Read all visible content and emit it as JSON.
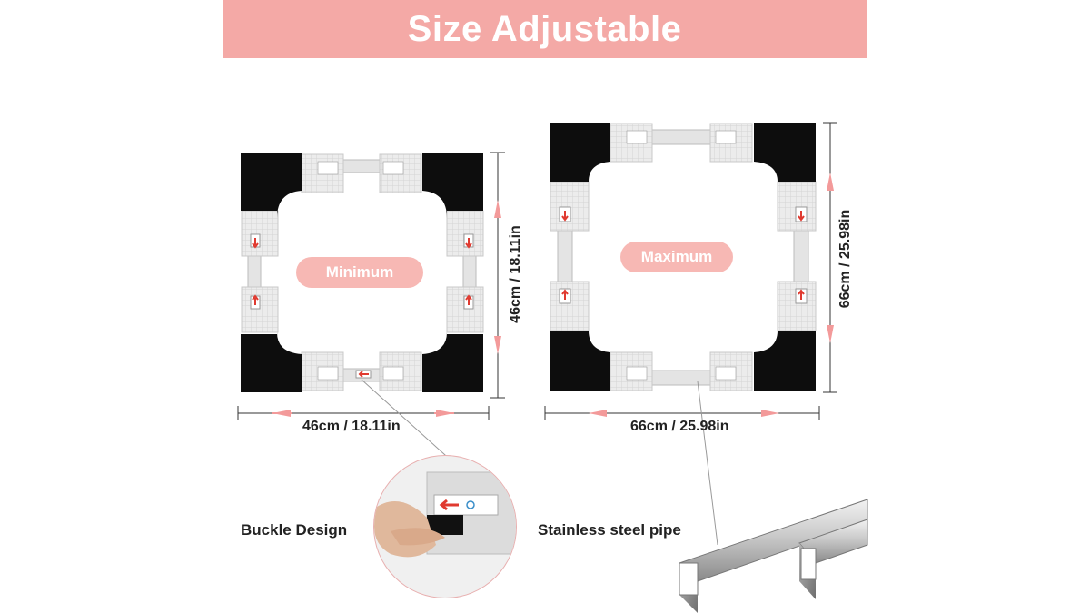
{
  "banner": {
    "title": "Size Adjustable"
  },
  "minimum": {
    "label": "Minimum",
    "width_text": "46cm / 18.11in",
    "height_text": "46cm / 18.11in"
  },
  "maximum": {
    "label": "Maximum",
    "width_text": "66cm / 25.98in",
    "height_text": "66cm / 25.98in"
  },
  "callouts": {
    "buckle": "Buckle Design",
    "pipe": "Stainless steel pipe"
  },
  "colors": {
    "banner": "#f4a9a6",
    "pill": "#f7b8b4",
    "arrow_pink": "#f39a9a",
    "foot_black": "#0d0d0d",
    "frame_gray": "#e6e6e6",
    "indicator_red": "#e03a30"
  }
}
